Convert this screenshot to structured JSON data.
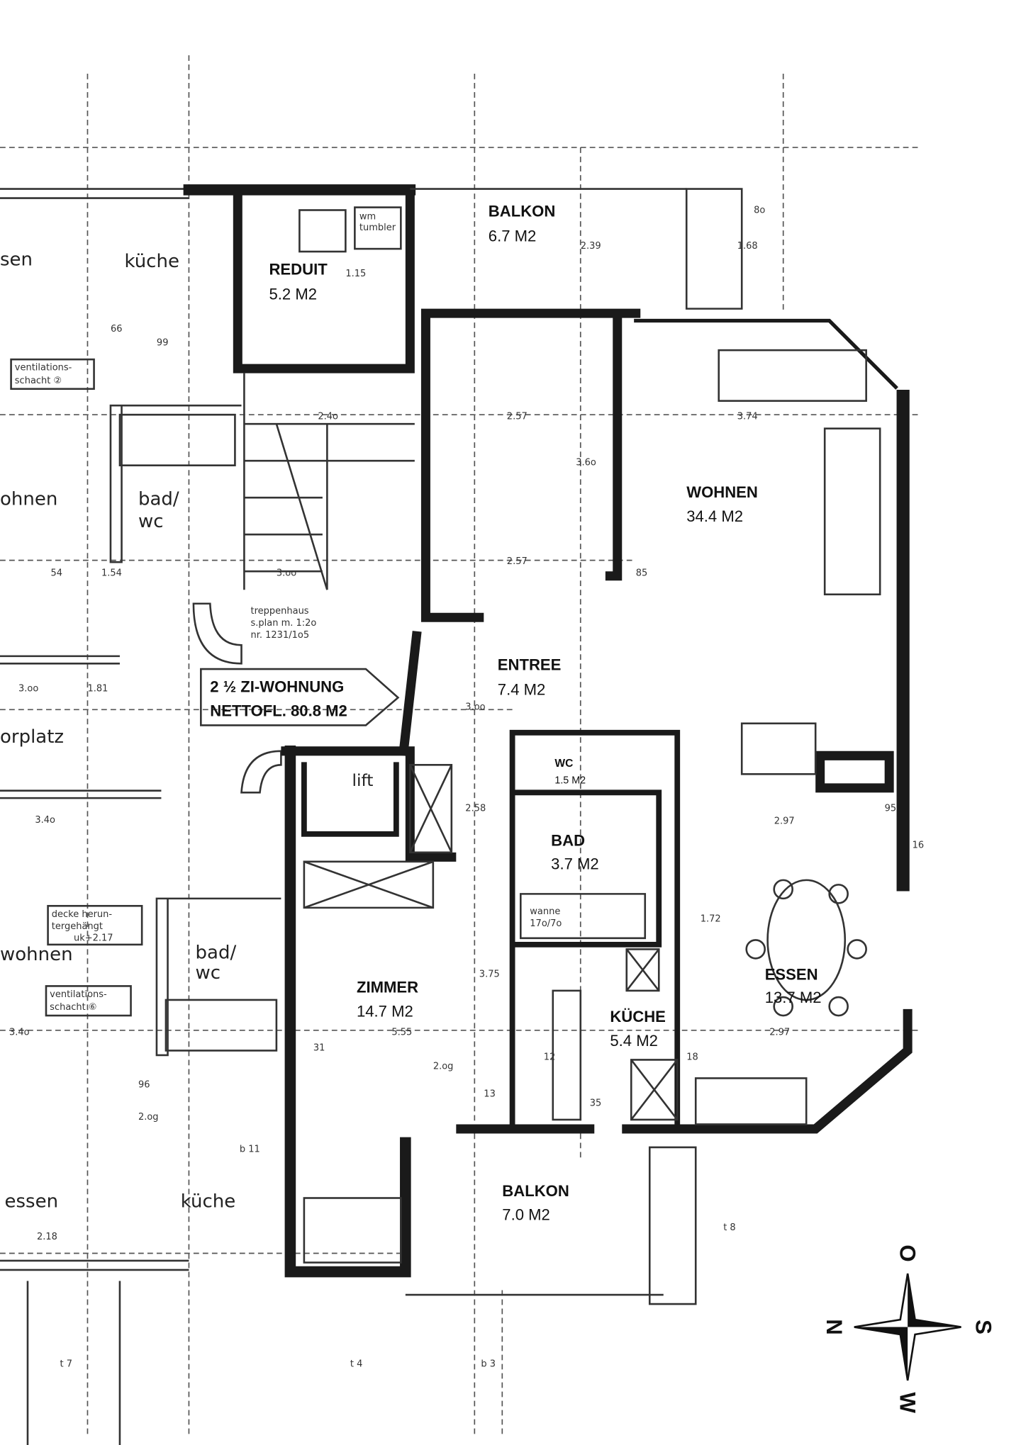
{
  "plan": {
    "unit_label": {
      "title": "2 ½ ZI-WOHNUNG",
      "net_area": "NETTOFL. 80.8 M2"
    },
    "rooms": [
      {
        "name": "BALKON",
        "area": "6.7 M2"
      },
      {
        "name": "REDUIT",
        "area": "5.2 M2"
      },
      {
        "name": "WOHNEN",
        "area": "34.4 M2"
      },
      {
        "name": "ENTREE",
        "area": "7.4 M2"
      },
      {
        "name": "WC",
        "area": "1.5 M2"
      },
      {
        "name": "BAD",
        "area": "3.7 M2"
      },
      {
        "name": "ZIMMER",
        "area": "14.7 M2"
      },
      {
        "name": "KÜCHE",
        "area": "5.4 M2"
      },
      {
        "name": "ESSEN",
        "area": "13.7 M2"
      },
      {
        "name": "BALKON",
        "area": "7.0 M2"
      }
    ],
    "neighbour_labels": [
      "sen",
      "küche",
      "ohnen",
      "bad/",
      "wc",
      "orplatz",
      "wohnen",
      "bad/",
      "wc",
      "essen",
      "küche"
    ],
    "annotations": {
      "stair": [
        "treppenhaus",
        "s.plan m. 1:2o",
        "nr. 1231/1o5"
      ],
      "lift": "lift",
      "vent1": [
        "ventilations-",
        "schacht ②"
      ],
      "vent2": [
        "ventilations-",
        "schacht ⑥"
      ],
      "ceiling": [
        "decke herun-",
        "tergehängt",
        "uk+2.17"
      ],
      "tub": [
        "wanne",
        "17o/7o"
      ],
      "wm": [
        "wm",
        "tumbler"
      ]
    },
    "dimensions": [
      "2.57",
      "3.74",
      "2.57",
      "3.6o",
      "2.4o",
      "1.15",
      "2.39",
      "1.68",
      "1.72",
      "2.97",
      "2.97",
      "3.75",
      "5.55",
      "3.oo",
      "2.58",
      "2.18",
      "1.81",
      "1.54",
      "3.4o",
      "3.4o",
      "3.oo",
      "3.oo",
      "2.og",
      "2.og",
      "99",
      "96",
      "54",
      "66",
      "85",
      "95",
      "16",
      "18",
      "31",
      "13",
      "12",
      "35",
      "8o",
      "t 8",
      "t 7",
      "t 4",
      "b 3",
      "b 11"
    ],
    "compass": {
      "north": "N",
      "east": "O",
      "south": "S",
      "west": "W"
    }
  }
}
